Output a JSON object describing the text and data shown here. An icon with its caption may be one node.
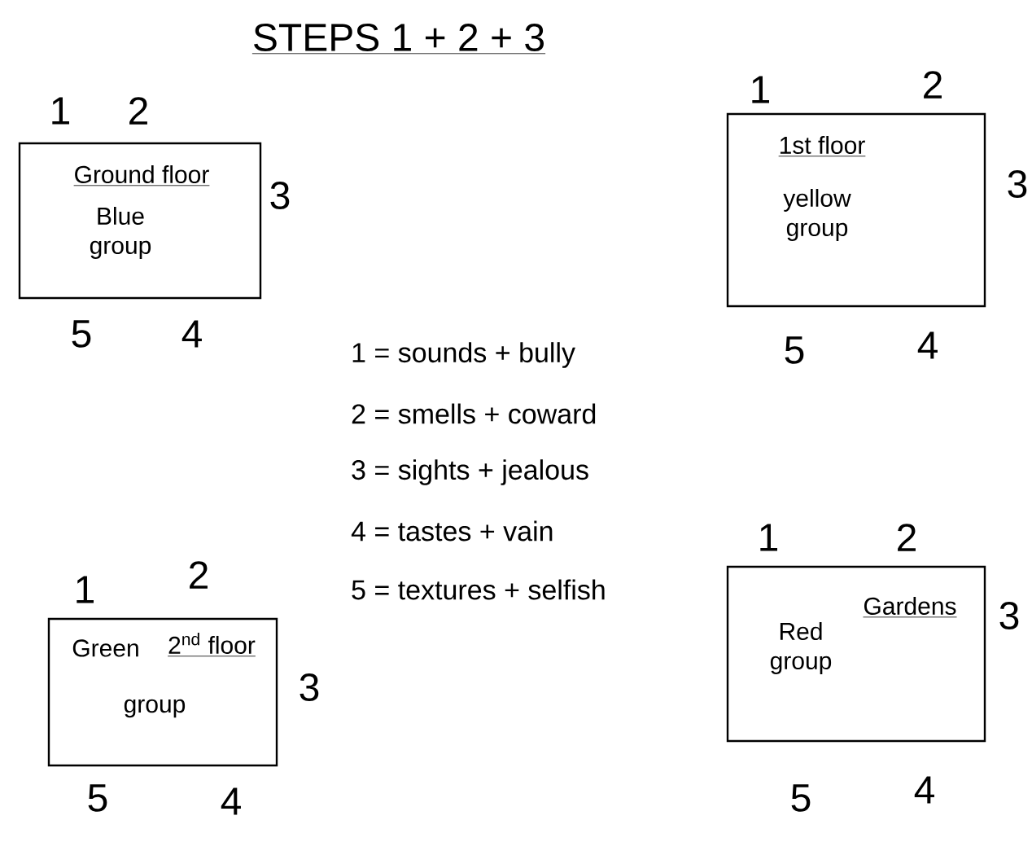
{
  "diagram": {
    "title": "STEPS 1 + 2 + 3",
    "nodes": [
      {
        "text": [
          "Ground floor",
          "Blue group"
        ],
        "beside": [
          "1",
          "2",
          "3",
          "5",
          "4"
        ]
      },
      {
        "text": [
          "1st floor",
          "yellow group"
        ],
        "beside": [
          "1",
          "2",
          "3",
          "5",
          "4"
        ]
      },
      {
        "text": [
          "Green",
          "2$^{nd}$ floor",
          "group"
        ],
        "beside": [
          "1",
          "2",
          "3",
          "5",
          "4"
        ]
      },
      {
        "text": [
          "Red group",
          "Gardens"
        ],
        "beside": [
          "1",
          "2",
          "3",
          "5",
          "4"
        ]
      }
    ],
    "labels": [
      "1 = sounds + bully",
      "2 = smells + coward",
      "3 = sights + jealous",
      "4 = tastes + vain",
      "5 = textures + selfish"
    ]
  }
}
